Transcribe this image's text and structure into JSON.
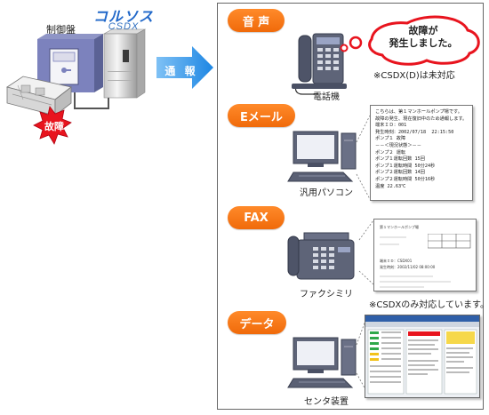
{
  "brand": {
    "name": "コルソス",
    "model": "CSDX"
  },
  "controller": {
    "label": "制御盤"
  },
  "fault_badge": {
    "label": "故障"
  },
  "notify_arrow": {
    "label": "通 報"
  },
  "channels": [
    {
      "pill": "音 声",
      "device": "電話機",
      "note": "※CSDX(D)は未対応"
    },
    {
      "pill": "Eメール",
      "device": "汎用パソコン"
    },
    {
      "pill": "FAX",
      "device": "ファクシミリ",
      "note": "※CSDXのみ対応しています。"
    },
    {
      "pill": "データ",
      "device": "センタ装置"
    }
  ],
  "speech_bubble": {
    "line1": "故障が",
    "line2": "発生しました。"
  },
  "email_doc": {
    "lines": [
      "こちらは、第１マンホールポンプ場です。",
      "故障の発生、現在復旧中のため通報します。",
      "",
      "端末ＩＤ：001",
      "発生時刻：2002/07/18  22:15:50",
      "",
      "ポンプ１ 故障",
      "",
      "－－＜現況状態＞－－",
      "ポンプ２ 運転",
      "ポンプ１運転回数 15回",
      "ポンプ１運転時間 50分24秒",
      "ポンプ２運転回数 14回",
      "ポンプ２運転時間 50分16秒",
      "温度 22.63℃"
    ]
  },
  "fax_doc": {
    "title": "第１マンホールポンプ場",
    "id_line": "端末ＩＤ：CSDX01",
    "time_line": "発生時刻：2002/11/02  08:00:00"
  },
  "colors": {
    "pill": "#f27514",
    "arrow": "#2a93e8",
    "fault": "#e8141e",
    "speech_text": "#222222"
  }
}
